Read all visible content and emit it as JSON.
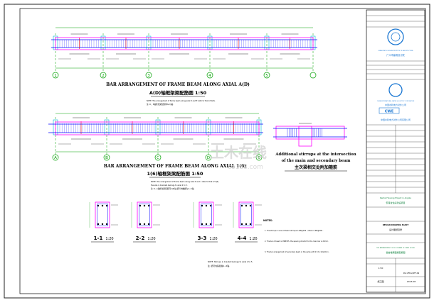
{
  "colors": {
    "paper": "#ffffff",
    "frame": "#222222",
    "beam_outline": "#ff00ff",
    "rebar": "#0000ff",
    "axis_line": "#00a000",
    "axis_bubble": "#00a000",
    "cyan": "#00b4d8",
    "red": "#ff0000",
    "title_text": "#000000",
    "logo_blue": "#1976d2",
    "title_block_green": "#007a33",
    "watermark": "#c8c8c8"
  },
  "beam1": {
    "title_en": "BAR ARRANGEMENT OF FRAME BEAM ALONG AXIAL A(D)",
    "title_cn": "A(D)轴框架梁配筋图 1:50",
    "note_1": "NOTE: The arrangement of frame beam along axial D and E refer to that of A(D).",
    "note_2": "注: D、E轴框架梁配筋同A(D)轴.",
    "axis_labels": [
      "1",
      "2",
      "3",
      "4",
      "5"
    ]
  },
  "beam2": {
    "title_en": "BAR ARRANGEMENT OF FRAME BEAM ALONG AXIAL 1(6)",
    "title_cn": "1(6)轴框架梁配筋图 1:50",
    "note_1": "NOTE: The arrangement of frame beam along axial 6 and 1 refer to that of 1(6).",
    "note_2": "the size in brackets belongs to axial 2 to 5.",
    "note_3": "注: 6~1轴框架梁配筋同1(6)轴,括号内数据为2~5轴.",
    "axis_labels": [
      "A",
      "B",
      "C",
      "D",
      "E"
    ]
  },
  "detail": {
    "title_en_1": "Additional stirrups at the intersection",
    "title_en_2": "of the main and secondary beam",
    "title_cn": "主次梁相交处附加箍筋"
  },
  "sections": [
    {
      "label": "1-1",
      "scale": "1:20"
    },
    {
      "label": "2-2",
      "scale": "1:20"
    },
    {
      "label": "3-3",
      "scale": "1:20"
    },
    {
      "label": "4-4",
      "scale": "1:20"
    }
  ],
  "section_note_1": "NOTE: Stirrups in bracket belongs to axial 2 to 5.",
  "section_note_2": "注: 括号内箍筋属2~5轴.",
  "general_notes": {
    "heading": "NOTES:",
    "items": [
      "1. The stirrups in area of beam stirrups is Φ8@100 , others is Φ8@200 .",
      "2. The bar of beam is HRB335, the spacing of which to the main bar is 25mm.",
      "3. The bar arrangement of secondary beam in the same with 2.5 to 11G101-1."
    ]
  },
  "title_block": {
    "company_en": "GUANGZHOU DESIGN INSTITUTE OF ARCHITECTURE",
    "company_cn": "广州市建筑设计院",
    "company2_en": "CHINA INTERNATIONAL WATER & ELECTRIC CORPORATION",
    "company2_cn": "中国水利电力对外公司",
    "owner_cn": "中国水利电力对外公司有限公司",
    "owner_en": "CWE",
    "project_en": "Rental Housing Project in Angola",
    "project_cn": "安哥拉住房建设项目",
    "drawing_en": "THE ARRANGEMENT OF ROOF BEAM OF STAFF HOUSE",
    "drawing_cn": "宿舍楼屋面梁配筋图",
    "drawing_no": "RS-1/FB-2/4FT-09",
    "stage": "施工图",
    "date": "2013.08",
    "scale": "1:50",
    "sheet_title_en": "DESIGN DRAWING PLANT",
    "sheet_title_cn": "设计图纸目录"
  },
  "watermark": "土木在线",
  "watermark_url": "co188.com"
}
